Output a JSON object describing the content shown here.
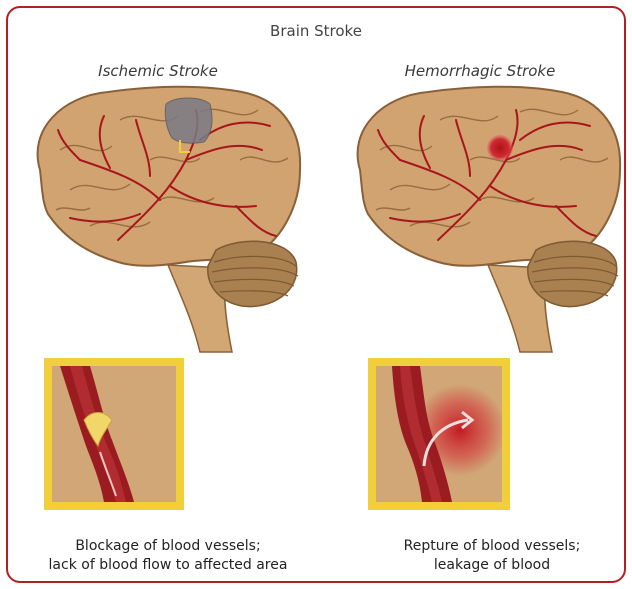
{
  "title": "Brain Stroke",
  "panels": [
    {
      "heading": "Ischemic Stroke",
      "caption_line1": "Blockage of blood vessels;",
      "caption_line2": "lack of blood flow to affected area"
    },
    {
      "heading": "Hemorrhagic Stroke",
      "caption_line1": "Repture of blood vessels;",
      "caption_line2": "leakage of blood"
    }
  ],
  "colors": {
    "border": "#b41f24",
    "brain": "#d0a371",
    "brain_outline": "#8a6038",
    "vessel": "#a8161c",
    "cerebellum": "#a9804f",
    "inset_frame": "#f0cf3a",
    "inset_bg": "#d1a777",
    "clot": "#7a7a86",
    "bleed": "#cf2a32"
  }
}
